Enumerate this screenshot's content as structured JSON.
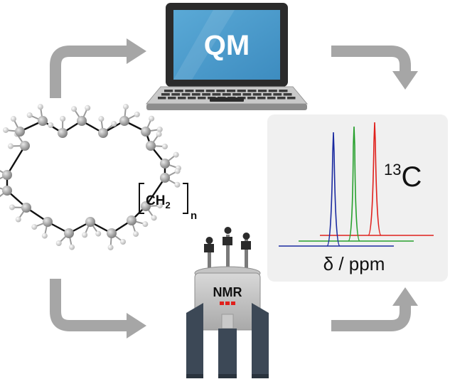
{
  "laptop": {
    "screen_label": "QM"
  },
  "molecule": {
    "group_label": "CH",
    "group_subscript": "2",
    "repeat_label": "n"
  },
  "spectrum": {
    "nucleus_mass": "13",
    "nucleus_symbol": "C",
    "axis_label": "δ / ppm",
    "colors": {
      "blue": "#1a2aa0",
      "green": "#27a02d",
      "red": "#e0201c"
    }
  },
  "spectrometer": {
    "label": "NMR"
  },
  "colors": {
    "arrow": "#a6a6a6",
    "panel": "#f0f0f0"
  }
}
